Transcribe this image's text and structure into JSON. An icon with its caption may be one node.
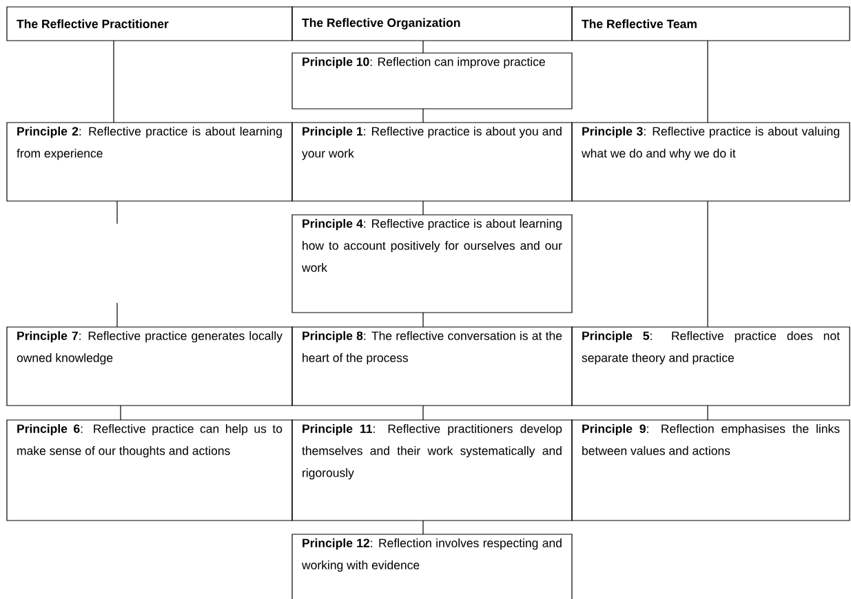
{
  "diagram": {
    "nodes": [
      {
        "text": [
          "The Reflective Practitioner"
        ]
      },
      {
        "text": [
          "The Reflective Organization"
        ]
      },
      {
        "text": [
          "The Reflective Team"
        ]
      },
      {
        "text": [
          "**Principle 10**: Reflection can improve practice"
        ]
      },
      {
        "text": [
          "**Principle 2**: Reflective practice is about learning from experience"
        ]
      },
      {
        "text": [
          "**Principle 1**: Reflective practice is about you and your work"
        ]
      },
      {
        "text": [
          "**Principle 3**: Reflective practice is about valuing what we do and why we do it"
        ]
      },
      {
        "text": [
          "**Principle 4**: Reflective practice is about learning how to account positively for ourselves and our work"
        ]
      },
      {
        "text": [
          "**Principle 7**: Reflective practice generates locally owned knowledge"
        ]
      },
      {
        "text": [
          "**Principle 8**: The reflective conversation is at the heart of the process"
        ]
      },
      {
        "text": [
          "**Principle 5**: Reflective practice does not separate theory and practice"
        ]
      },
      {
        "text": [
          "**Principle 6**: Reflective practice can help us to make sense of our thoughts and actions"
        ]
      },
      {
        "text": [
          "**Principle 11**: Reflective practitioners develop themselves and their work systematically and rigorously"
        ]
      },
      {
        "text": [
          "**Principle 9**: Reflection emphasises the links between values and actions"
        ]
      },
      {
        "text": [
          "**Principle 12**: Reflection involves respecting and working with evidence"
        ]
      }
    ],
    "edges": [
      {
        "from": 0,
        "to": 4,
        "arrow": "none"
      },
      {
        "from": 1,
        "to": 3,
        "arrow": "none"
      },
      {
        "from": 3,
        "to": 5,
        "arrow": "none"
      },
      {
        "from": 2,
        "to": 6,
        "arrow": "none"
      },
      {
        "from": 4,
        "to": null,
        "arrow": "none"
      },
      {
        "from": null,
        "to": 8,
        "arrow": "none"
      },
      {
        "from": 5,
        "to": 7,
        "arrow": "none"
      },
      {
        "from": 7,
        "to": 9,
        "arrow": "none"
      },
      {
        "from": 6,
        "to": 10,
        "arrow": "none"
      },
      {
        "from": 8,
        "to": 11,
        "arrow": "none"
      },
      {
        "from": 9,
        "to": 12,
        "arrow": "none"
      },
      {
        "from": 10,
        "to": 13,
        "arrow": "none"
      },
      {
        "from": 12,
        "to": 14,
        "arrow": "none"
      }
    ]
  }
}
